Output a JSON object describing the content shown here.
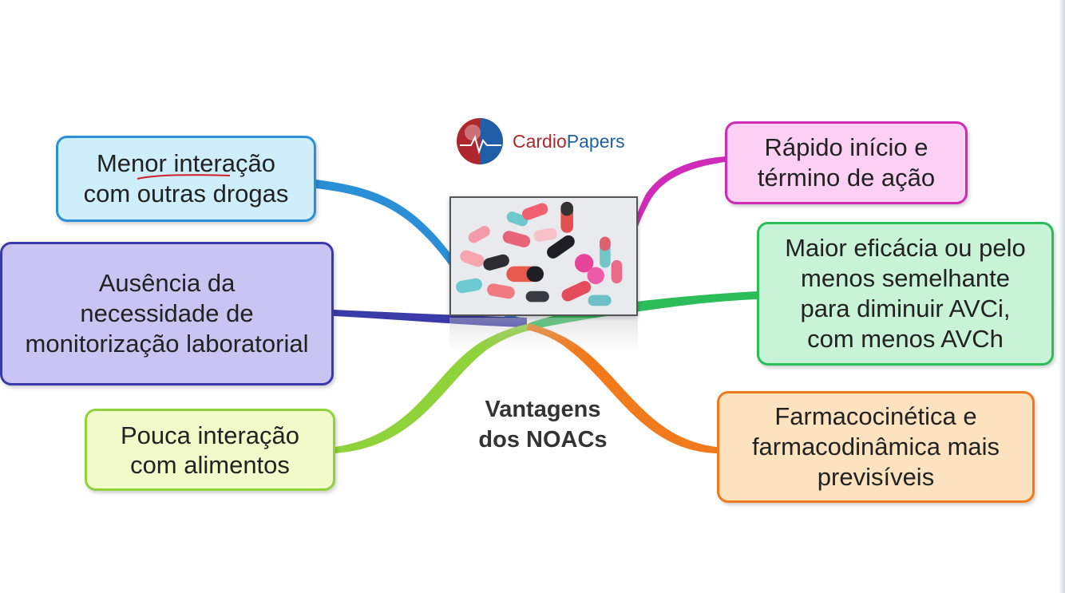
{
  "logo": {
    "part1": "Cardio",
    "part2": "Papers"
  },
  "center": {
    "title": "Vantagens\ndos NOACs"
  },
  "nodes": {
    "n1": "Menor interação\ncom outras drogas",
    "n2": "Ausência da\nnecessidade de\nmonitorização laboratorial",
    "n3": "Pouca interação\ncom alimentos",
    "n4": "Rápido início e\ntérmino de ação",
    "n5": "Maior eficácia ou pelo\nmenos semelhante\npara diminuir AVCi,\ncom menos AVCh",
    "n6": "Farmacocinética e\nfarmacodinâmica mais\nprevisíveis"
  },
  "colors": {
    "blue": "#2a8fd6",
    "indigo": "#3a3aa8",
    "green": "#8fd23a",
    "magenta": "#d02ab8",
    "teal_green": "#2bbd5a",
    "orange": "#f07a1c",
    "annotation_red": "#d0202a"
  },
  "icons": {
    "logo": "globe-heartbeat-icon",
    "center": "pills-photo"
  }
}
